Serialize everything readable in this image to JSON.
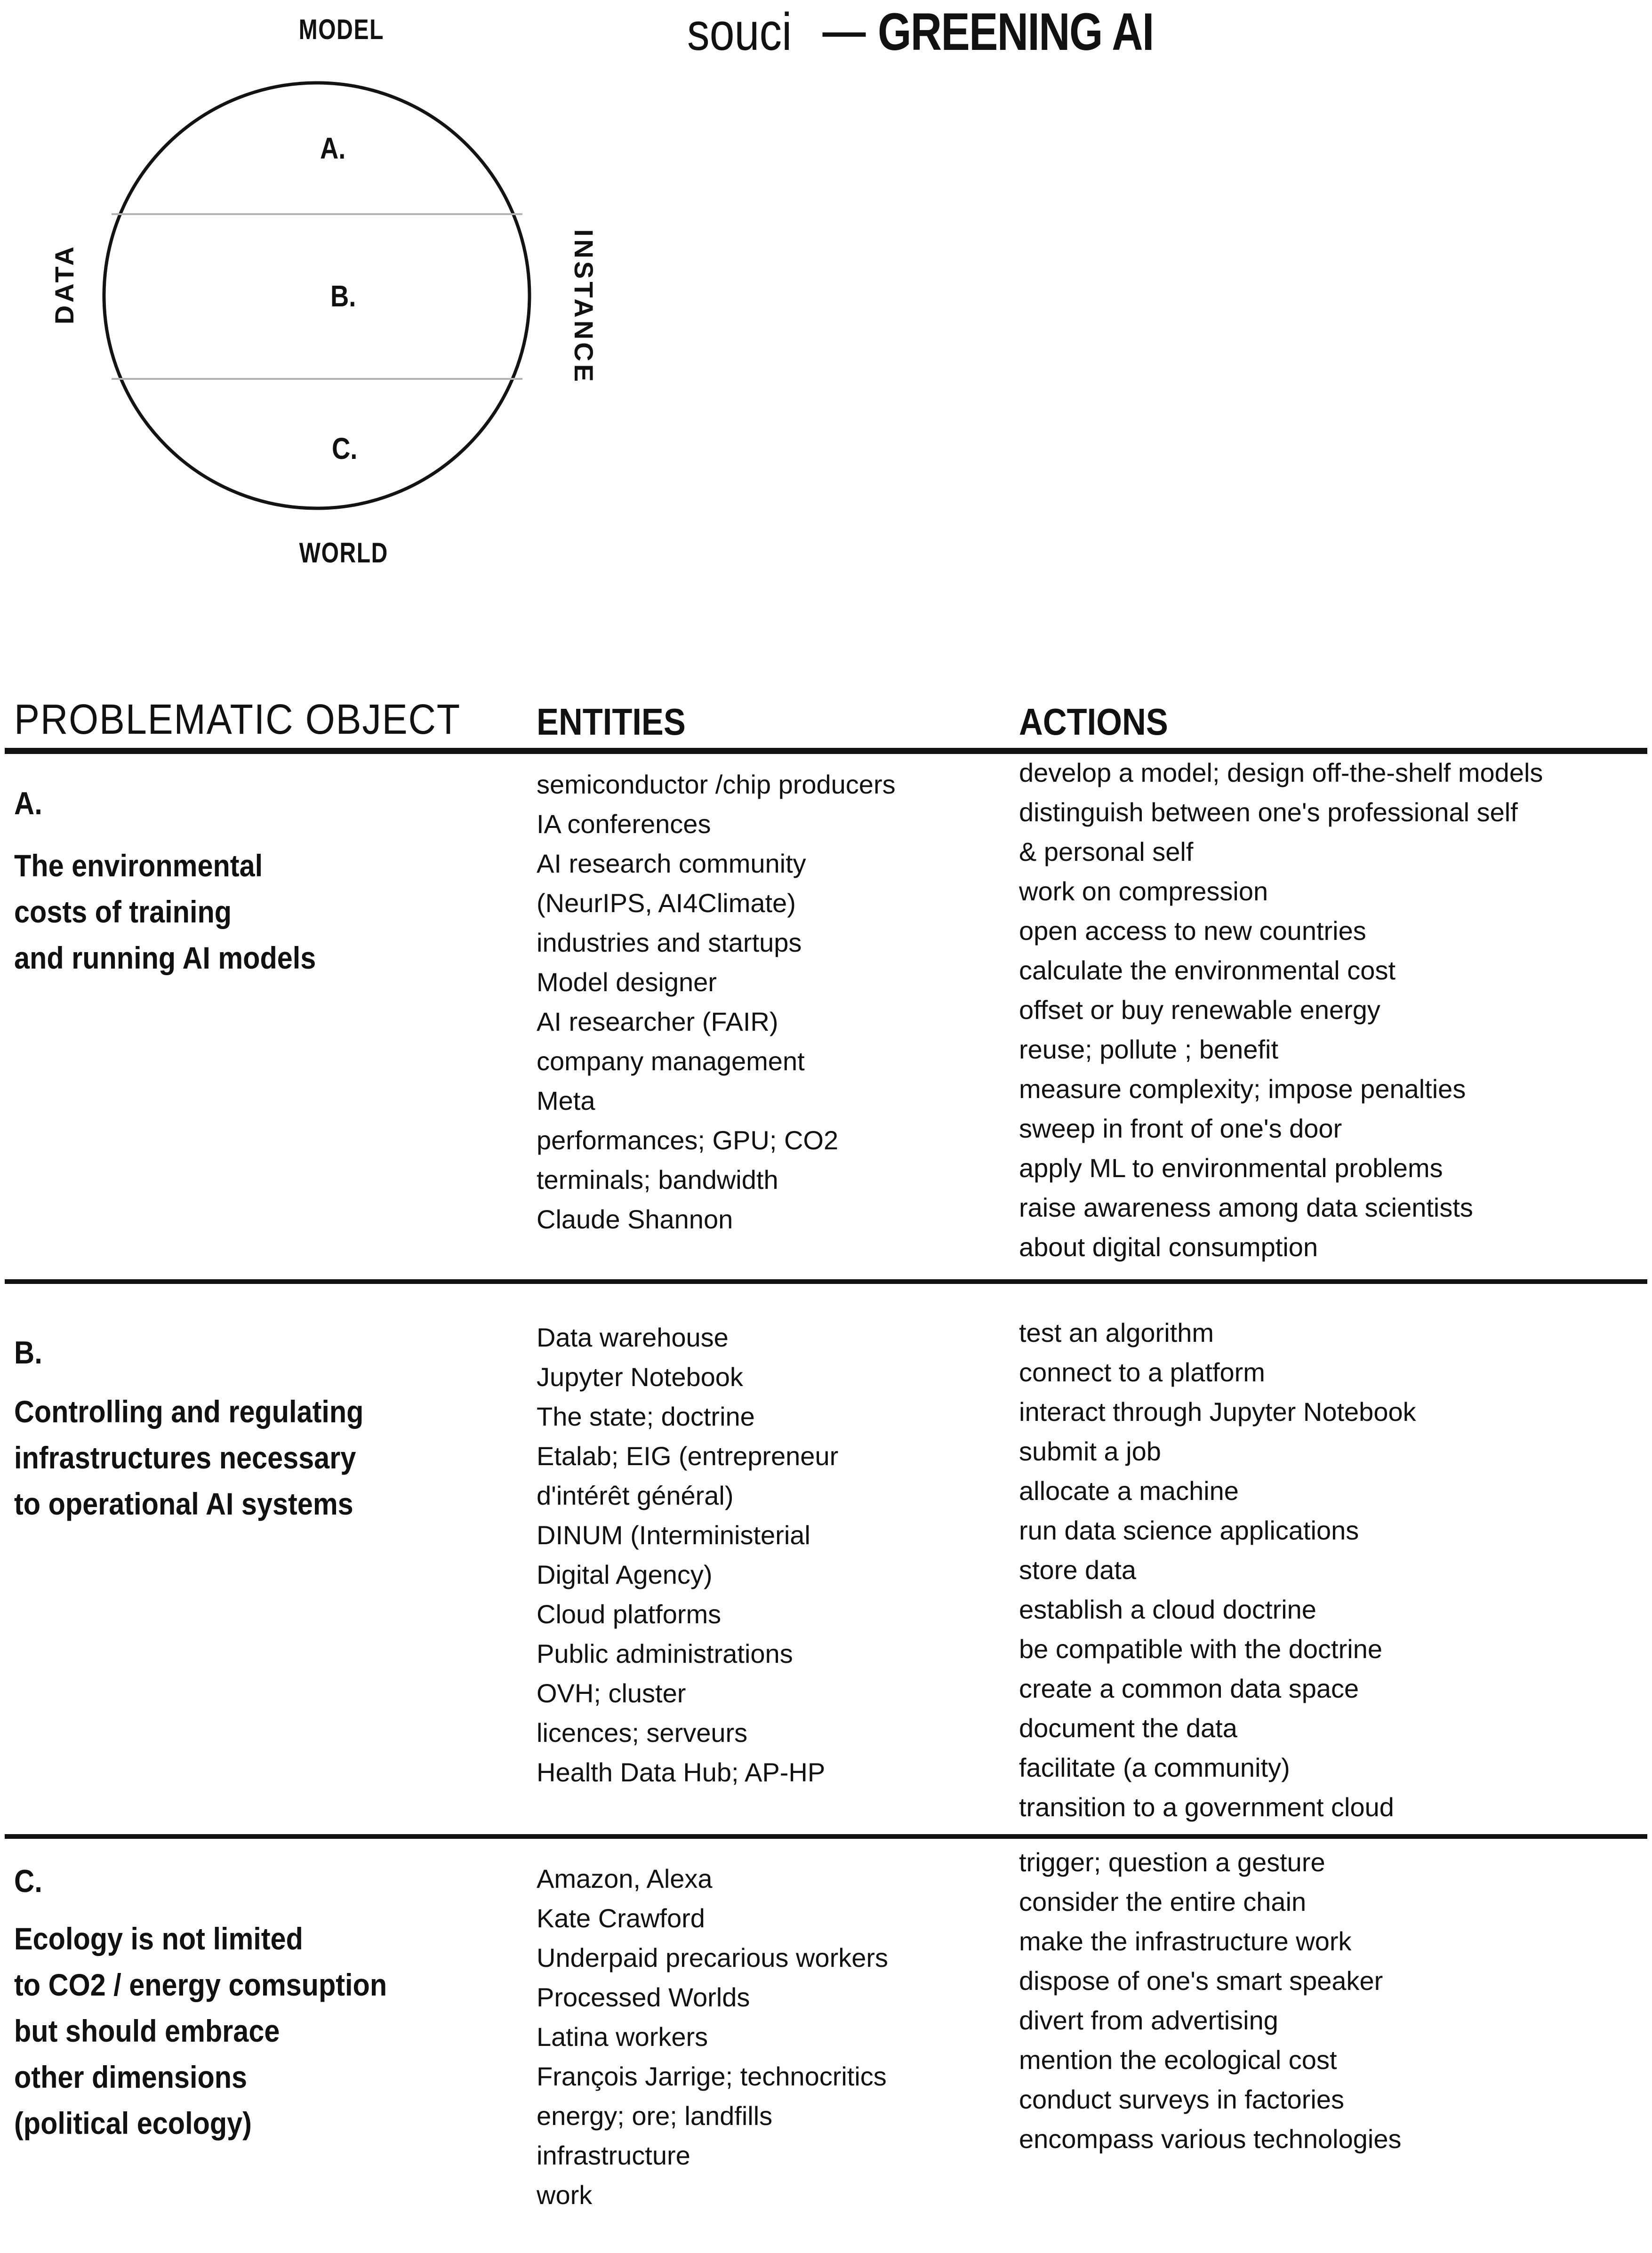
{
  "title": {
    "light": "souci",
    "dash": "—",
    "bold": "GREENING AI"
  },
  "diagram": {
    "top_label": "MODEL",
    "left_label": "DATA",
    "right_label": "INSTANCE",
    "bottom_label": "WORLD",
    "sections": [
      "A.",
      "B.",
      "C."
    ]
  },
  "colors": {
    "ink": "#111111",
    "chord_gray": "#b3b3b3"
  },
  "table": {
    "headers": {
      "problematic_object": "PROBLEMATIC OBJECT",
      "entities": "ENTITIES",
      "actions": "ACTIONS"
    },
    "rows": [
      {
        "letter": "A.",
        "statement": [
          "The environmental",
          "costs of training",
          "and running AI models"
        ],
        "entities": [
          "semiconductor /chip producers",
          "IA conferences",
          "AI research community",
          "(NeurIPS, AI4Climate)",
          "industries and startups",
          "Model designer",
          "AI researcher (FAIR)",
          "company management",
          "Meta",
          "performances; GPU; CO2",
          "terminals; bandwidth",
          "Claude Shannon"
        ],
        "actions": [
          "develop a model; design off-the-shelf models",
          "distinguish between one's professional self",
          "& personal self",
          "work on compression",
          "open access to new countries",
          "calculate the environmental cost",
          "offset or buy renewable energy",
          "reuse; pollute ; benefit",
          "measure complexity; impose penalties",
          "sweep in front of one's door",
          "apply ML to environmental problems",
          "raise awareness among data scientists",
          "about digital consumption"
        ]
      },
      {
        "letter": "B.",
        "statement": [
          "Controlling and regulating",
          "infrastructures necessary",
          "to operational AI systems"
        ],
        "entities": [
          "Data warehouse",
          "Jupyter Notebook",
          "The state; doctrine",
          "Etalab; EIG (entrepreneur",
          "d'intérêt général)",
          "DINUM (Interministerial",
          "Digital Agency)",
          "Cloud platforms",
          "Public administrations",
          "OVH; cluster",
          "licences; serveurs",
          "Health Data Hub; AP-HP"
        ],
        "actions": [
          "test an algorithm",
          "connect to a platform",
          "interact through Jupyter Notebook",
          "submit a job",
          "allocate a machine",
          "run data science applications",
          "store data",
          "establish a cloud doctrine",
          "be compatible with the doctrine",
          "create a common data space",
          "document the data",
          "facilitate (a community)",
          "transition to a government cloud"
        ]
      },
      {
        "letter": "C.",
        "statement": [
          "Ecology is not limited",
          "to CO2 / energy comsuption",
          "but should embrace",
          "other dimensions",
          "(political ecology)"
        ],
        "entities": [
          "Amazon, Alexa",
          "Kate Crawford",
          "Underpaid precarious workers",
          "Processed Worlds",
          "Latina workers",
          "François Jarrige; technocritics",
          "energy; ore; landfills",
          "infrastructure",
          "work"
        ],
        "actions": [
          "trigger; question a gesture",
          "consider the entire chain",
          "make the infrastructure work",
          "dispose of one's smart speaker",
          "divert from advertising",
          "mention the ecological cost",
          "conduct surveys in factories",
          "encompass various technologies"
        ]
      }
    ]
  }
}
